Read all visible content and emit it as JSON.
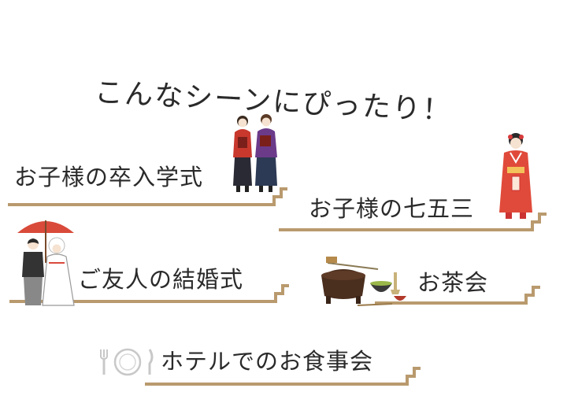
{
  "heading": "こんなシーンにぴったり！",
  "scenes": [
    {
      "label": "お子様の卒入学式",
      "icon": "graduation-students-icon"
    },
    {
      "label": "お子様の七五三",
      "icon": "shichigosan-girl-icon"
    },
    {
      "label": "ご友人の結婚式",
      "icon": "wedding-couple-icon"
    },
    {
      "label": "お茶会",
      "icon": "tea-ceremony-icon"
    },
    {
      "label": "ホテルでのお食事会",
      "icon": "cutlery-plate-icon"
    }
  ],
  "colors": {
    "accent": "#b99a6e",
    "text": "#2a2a2a"
  }
}
